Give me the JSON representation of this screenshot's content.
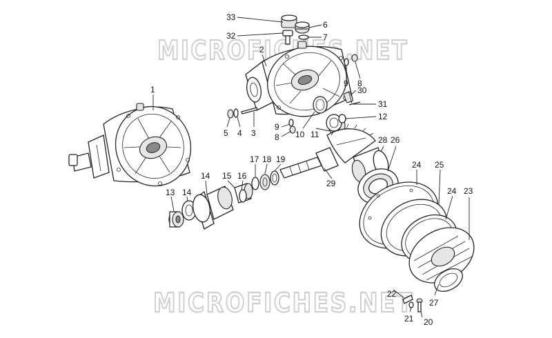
{
  "watermark": {
    "text": "MICROFICHES.NET"
  },
  "callouts": [
    {
      "id": "1",
      "text": "1"
    },
    {
      "id": "2",
      "text": "2"
    },
    {
      "id": "3",
      "text": "3"
    },
    {
      "id": "4",
      "text": "4"
    },
    {
      "id": "5",
      "text": "5"
    },
    {
      "id": "6",
      "text": "6"
    },
    {
      "id": "7",
      "text": "7"
    },
    {
      "id": "8a",
      "text": "8"
    },
    {
      "id": "8b",
      "text": "8"
    },
    {
      "id": "9a",
      "text": "9"
    },
    {
      "id": "9b",
      "text": "9"
    },
    {
      "id": "10",
      "text": "10"
    },
    {
      "id": "11",
      "text": "11"
    },
    {
      "id": "12",
      "text": "12"
    },
    {
      "id": "13",
      "text": "13"
    },
    {
      "id": "14a",
      "text": "14"
    },
    {
      "id": "14b",
      "text": "14"
    },
    {
      "id": "15",
      "text": "15"
    },
    {
      "id": "16",
      "text": "16"
    },
    {
      "id": "17",
      "text": "17"
    },
    {
      "id": "18",
      "text": "18"
    },
    {
      "id": "19",
      "text": "19"
    },
    {
      "id": "20",
      "text": "20"
    },
    {
      "id": "21",
      "text": "21"
    },
    {
      "id": "22",
      "text": "22"
    },
    {
      "id": "23",
      "text": "23"
    },
    {
      "id": "24a",
      "text": "24"
    },
    {
      "id": "24b",
      "text": "24"
    },
    {
      "id": "25",
      "text": "25"
    },
    {
      "id": "26",
      "text": "26"
    },
    {
      "id": "27",
      "text": "27"
    },
    {
      "id": "28",
      "text": "28"
    },
    {
      "id": "29",
      "text": "29"
    },
    {
      "id": "30",
      "text": "30"
    },
    {
      "id": "31",
      "text": "31"
    },
    {
      "id": "32",
      "text": "32"
    },
    {
      "id": "33",
      "text": "33"
    }
  ]
}
